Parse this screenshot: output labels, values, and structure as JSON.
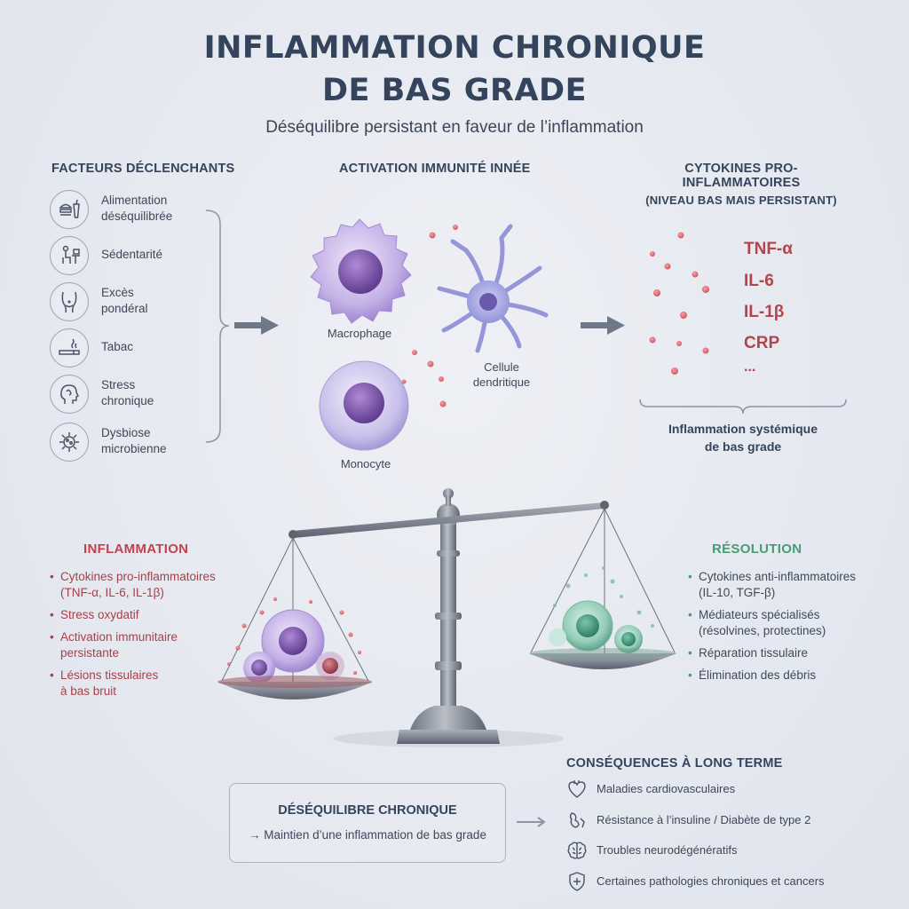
{
  "title_line1": "INFLAMMATION CHRONIQUE",
  "title_line2": "DE BAS GRADE",
  "subtitle": "Déséquilibre persistant en faveur de l’inflammation",
  "triggers": {
    "heading": "FACTEURS DÉCLENCHANTS",
    "items": [
      {
        "label": "Alimentation\ndéséquilibrée",
        "icon": "food-icon"
      },
      {
        "label": "Sédentarité",
        "icon": "desk-person-icon"
      },
      {
        "label": "Excès\npondéral",
        "icon": "body-weight-icon"
      },
      {
        "label": "Tabac",
        "icon": "cigarette-icon"
      },
      {
        "label": "Stress\nchronique",
        "icon": "head-stress-icon"
      },
      {
        "label": "Dysbiose\nmicrobienne",
        "icon": "microbe-icon"
      }
    ]
  },
  "immunity": {
    "heading": "ACTIVATION IMMUNITÉ INNÉE",
    "macrophage": "Macrophage",
    "dendritic_line1": "Cellule",
    "dendritic_line2": "dendritique",
    "monocyte": "Monocyte"
  },
  "cytokines": {
    "heading_line1": "CYTOKINES PRO-INFLAMMATOIRES",
    "heading_line2": "(NIVEAU BAS MAIS PERSISTANT)",
    "items": [
      "TNF-α",
      "IL-6",
      "IL-1β",
      "CRP",
      "..."
    ],
    "systemic_line1": "Inflammation systémique",
    "systemic_line2": "de bas grade"
  },
  "balance": {
    "inflammation": {
      "heading": "INFLAMMATION",
      "color": "#c0444f",
      "items": [
        "Cytokines pro-inflammatoires\n(TNF-α, IL-6, IL-1β)",
        "Stress oxydatif",
        "Activation immunitaire\npersistante",
        "Lésions tissulaires\nà bas bruit"
      ]
    },
    "resolution": {
      "heading": "RÉSOLUTION",
      "color": "#4a9a74",
      "items": [
        "Cytokines anti-inflammatoires\n(IL-10, TGF-β)",
        "Médiateurs spécialisés\n(résolvines, protectines)",
        "Réparation tissulaire",
        "Élimination des débris"
      ]
    }
  },
  "imbalance": {
    "title": "DÉSÉQUILIBRE CHRONIQUE",
    "text": "→ Maintien d’une inflammation de bas grade"
  },
  "consequences": {
    "heading": "CONSÉQUENCES À LONG TERME",
    "items": [
      {
        "label": "Maladies cardiovasculaires",
        "icon": "heart-icon"
      },
      {
        "label": "Résistance à l’insuline / Diabète de type 2",
        "icon": "pancreas-icon"
      },
      {
        "label": "Troubles neurodégénératifs",
        "icon": "brain-icon"
      },
      {
        "label": "Certaines pathologies chroniques et cancers",
        "icon": "shield-cross-icon"
      }
    ]
  }
}
